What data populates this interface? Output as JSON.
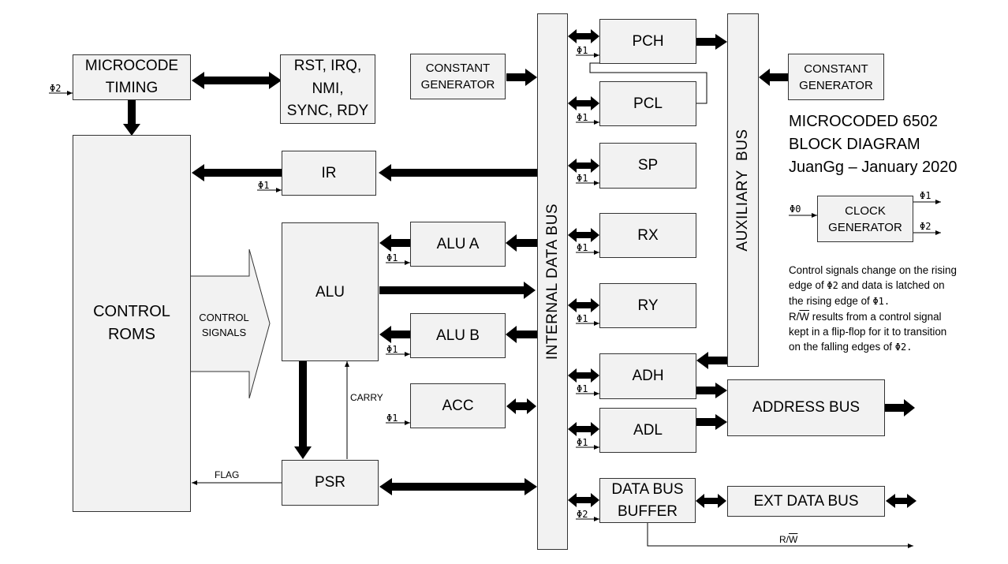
{
  "blocks": {
    "microcode_timing": [
      "MICROCODE",
      "TIMING"
    ],
    "rst_irq": [
      "RST, IRQ,",
      "NMI,",
      "SYNC, RDY"
    ],
    "control_roms": [
      "CONTROL",
      "ROMS"
    ],
    "ir": "IR",
    "alu": "ALU",
    "alu_a": "ALU A",
    "alu_b": "ALU B",
    "acc": "ACC",
    "psr": "PSR",
    "constant_generator_left": [
      "CONSTANT",
      "GENERATOR"
    ],
    "constant_generator_right": [
      "CONSTANT",
      "GENERATOR"
    ],
    "pch": "PCH",
    "pcl": "PCL",
    "sp": "SP",
    "rx": "RX",
    "ry": "RY",
    "adh": "ADH",
    "adl": "ADL",
    "data_bus_buffer": [
      "DATA BUS",
      "BUFFER"
    ],
    "address_bus": "ADDRESS BUS",
    "ext_data_bus": "EXT DATA BUS",
    "clock_generator": [
      "CLOCK",
      "GENERATOR"
    ],
    "internal_data_bus": "INTERNAL DATA BUS",
    "auxiliary_bus": "AUXILIARY  BUS"
  },
  "labels": {
    "control_signals": [
      "CONTROL",
      "SIGNALS"
    ],
    "carry": "CARRY",
    "flag": "FLAG",
    "rw_prefix": "R/",
    "rw_bar": "W",
    "phi0": "Φ0",
    "phi1": "Φ1",
    "phi2": "Φ2"
  },
  "title": [
    "MICROCODED 6502",
    "BLOCK DIAGRAM",
    "JuanGg – January 2020"
  ],
  "note": {
    "line1": "Control signals change on the rising",
    "line2a": "edge of ",
    "line2b": "Φ2",
    "line2c": " and data is latched on",
    "line3a": "the rising edge of ",
    "line3b": "Φ1.",
    "line4a": "R/",
    "line4b": "W",
    "line4c": " results from a control signal",
    "line5": "kept in a flip-flop for it to transition",
    "line6a": "on the falling edges of ",
    "line6b": "Φ2."
  }
}
